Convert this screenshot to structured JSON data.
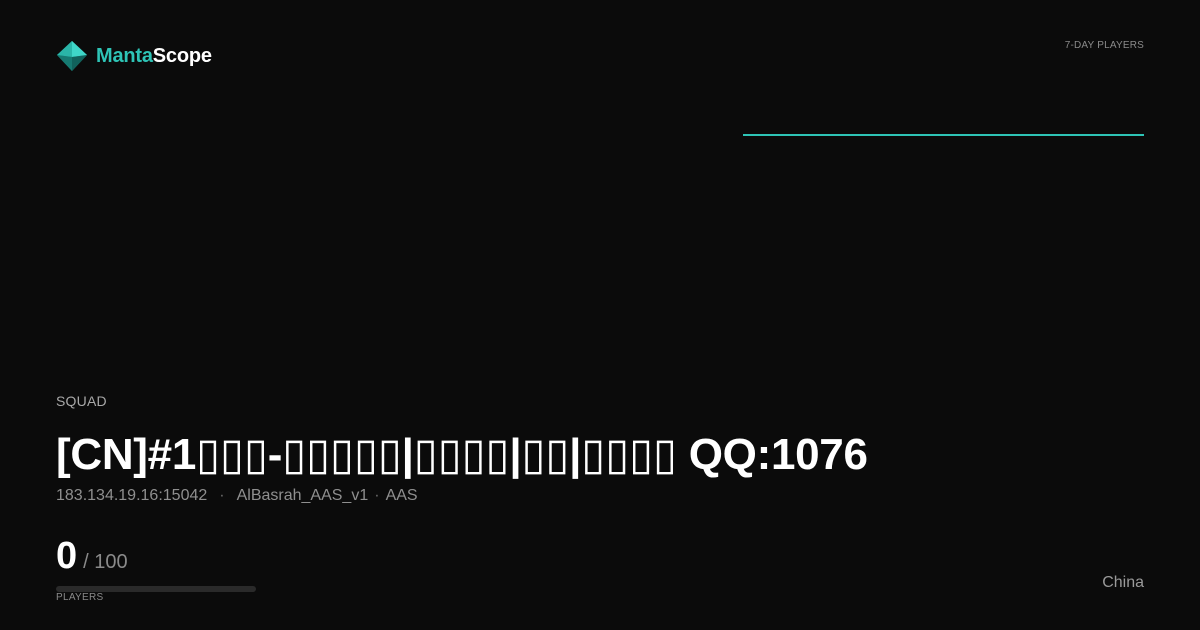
{
  "brand": {
    "name_part1": "Manta",
    "name_part2": "Scope",
    "logo_icon": "manta-diamond-icon",
    "accent_color": "#2ec4b6"
  },
  "chart_label": "7-DAY PLAYERS",
  "chart_data": {
    "type": "line",
    "title": "",
    "xlabel": "",
    "ylabel": "",
    "series": [
      {
        "values": [
          0,
          0,
          0,
          0,
          0,
          0,
          0,
          0
        ]
      }
    ],
    "line_color": "#2ec4b6",
    "ylim": [
      0,
      100
    ],
    "grid": false
  },
  "game": "SQUAD",
  "server": {
    "name": "[CN]#1▯▯▯-▯▯▯▯▯|▯▯▯▯|▯▯|▯▯▯▯ QQ:1076",
    "address": "183.134.19.16:15042",
    "map": "AlBasrah_AAS_v1",
    "mode": "AAS",
    "separator": "·"
  },
  "players": {
    "current": 0,
    "max_display": "/ 100",
    "max": 100,
    "fill_fraction": 0,
    "label": "PLAYERS"
  },
  "country": "China"
}
